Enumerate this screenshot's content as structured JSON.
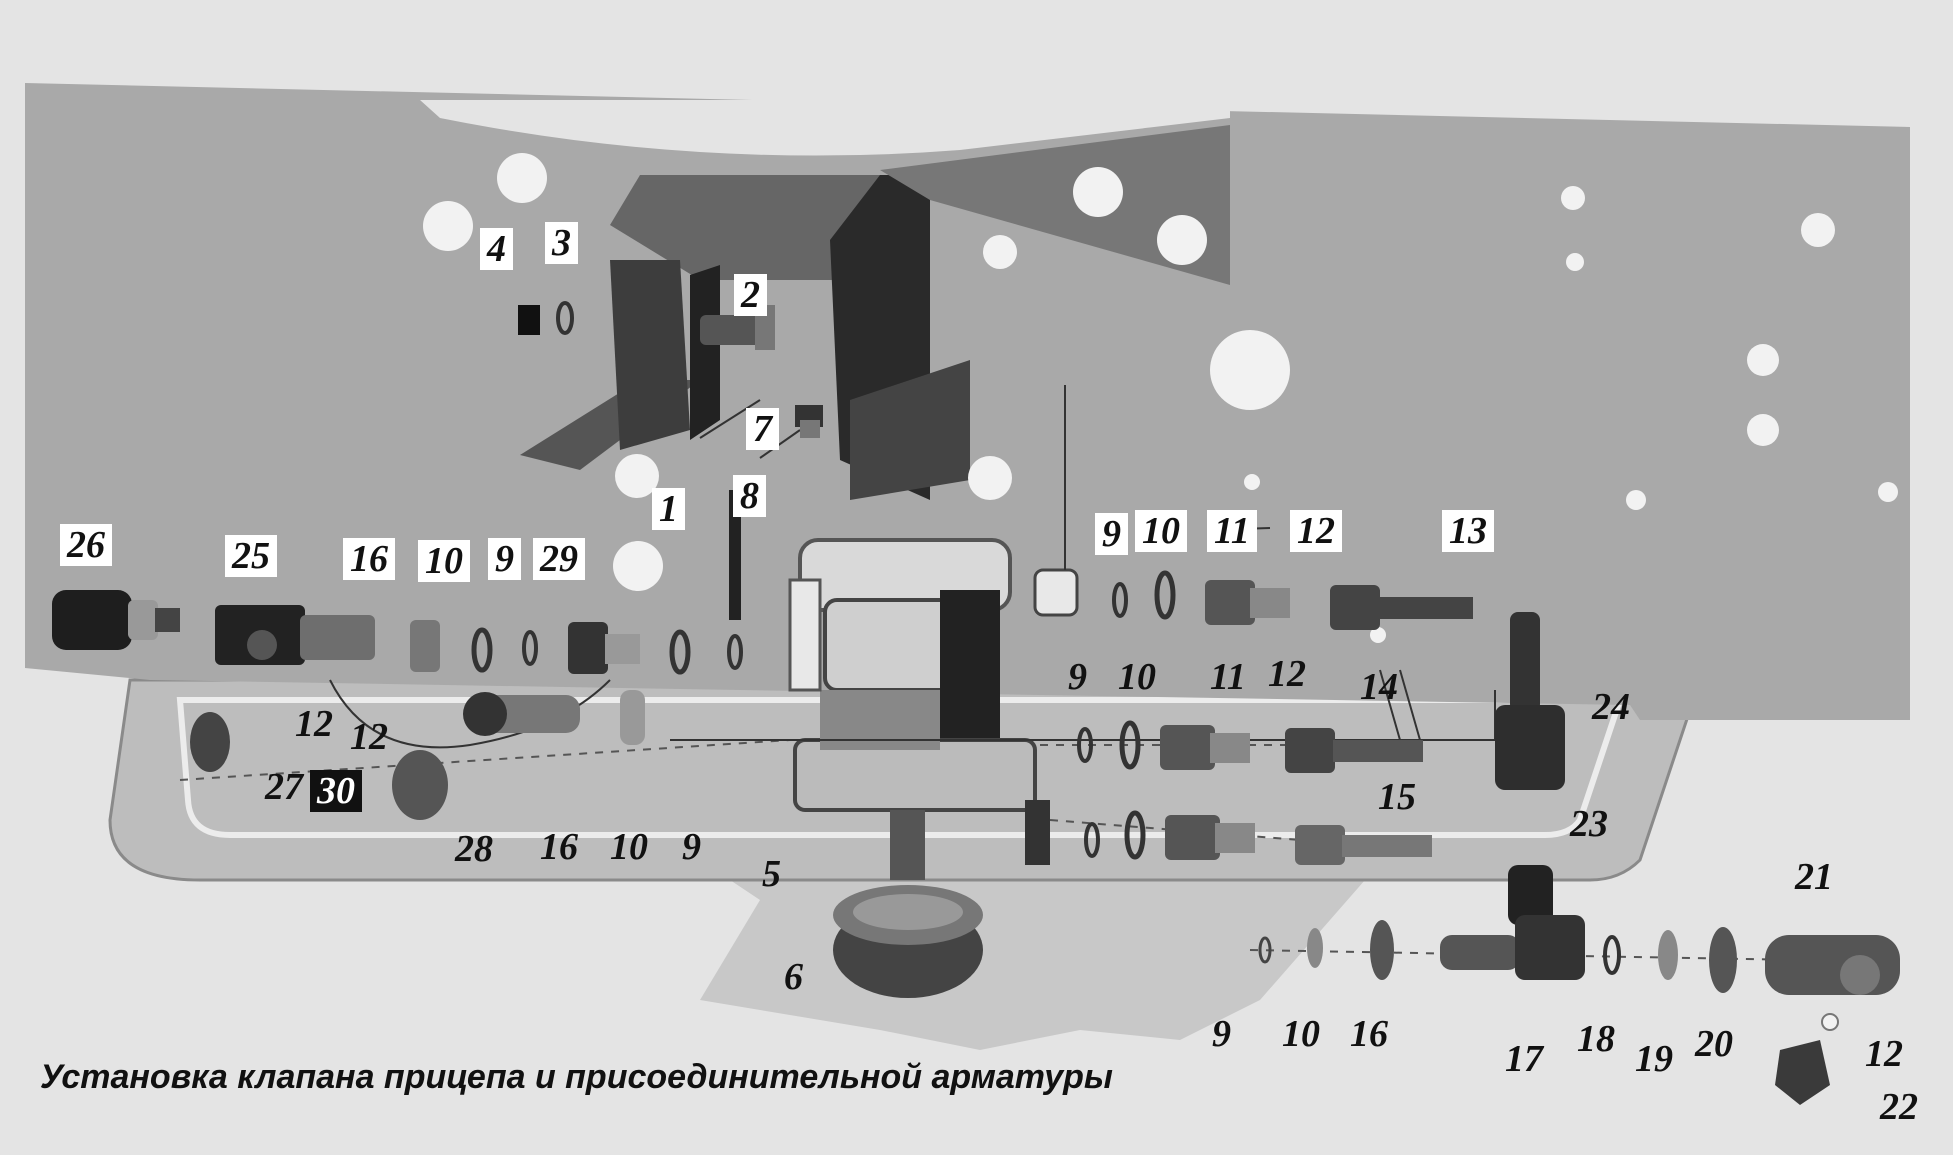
{
  "caption": "Установка клапана прицепа и присоединительной арматуры",
  "callouts": {
    "c1": "1",
    "c2": "2",
    "c3": "3",
    "c4": "4",
    "c5": "5",
    "c6": "6",
    "c7": "7",
    "c8": "8",
    "c9a": "9",
    "c9b": "9",
    "c9c": "9",
    "c9d": "9",
    "c9e": "9",
    "c10a": "10",
    "c10b": "10",
    "c10c": "10",
    "c10d": "10",
    "c10e": "10",
    "c11a": "11",
    "c11b": "11",
    "c12a": "12",
    "c12b": "12",
    "c12c": "12",
    "c12d": "12",
    "c12e": "12",
    "c13": "13",
    "c14": "14",
    "c15": "15",
    "c16a": "16",
    "c16b": "16",
    "c16c": "16",
    "c17": "17",
    "c18": "18",
    "c19": "19",
    "c20": "20",
    "c21": "21",
    "c22": "22",
    "c23": "23",
    "c24": "24",
    "c25": "25",
    "c26": "26",
    "c27": "27",
    "c28": "28",
    "c29": "29",
    "c30": "30"
  },
  "colors": {
    "background": "#e4e4e4",
    "frame": "#a9a9a9",
    "bracket": "#555555",
    "part_dark": "#222222",
    "part_mid": "#777777",
    "hole": "#f2f2f2"
  }
}
